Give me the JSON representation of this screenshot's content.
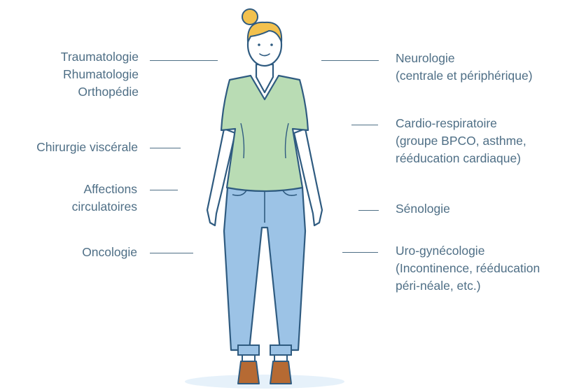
{
  "left_labels": {
    "trauma": [
      "Traumatologie",
      "Rhumatologie",
      "Orthopédie"
    ],
    "visceral": [
      "Chirurgie viscérale"
    ],
    "circulatory": [
      "Affections",
      "circulatoires"
    ],
    "oncology": [
      "Oncologie"
    ]
  },
  "right_labels": {
    "neuro": [
      "Neurologie",
      "(centrale et périphérique)"
    ],
    "cardio": [
      "Cardio-respiratoire",
      "(groupe BPCO, asthme,",
      "rééducation cardiaque)"
    ],
    "senology": [
      "Sénologie"
    ],
    "uro": [
      "Uro-gynécologie",
      "(Incontinence, rééducation",
      "péri-néale, etc.)"
    ]
  },
  "colors": {
    "text": "#4f6f86",
    "outline": "#2f5b80",
    "shirt": "#b9dcb4",
    "jeans": "#9cc3e6",
    "hair": "#f2c14e",
    "shoes": "#b66a33",
    "shadow": "#e6f1fa"
  }
}
